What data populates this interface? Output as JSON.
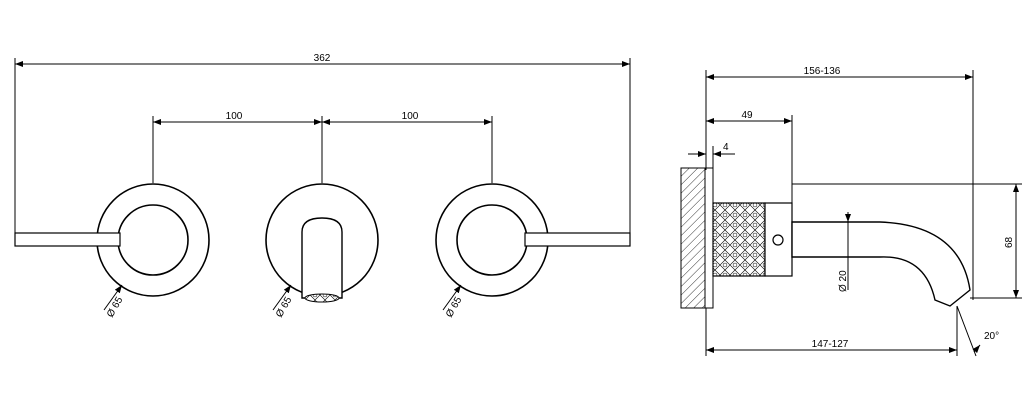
{
  "front_view": {
    "overall_width": "362",
    "spacing_left": "100",
    "spacing_right": "100",
    "diameter_left": "Ø 65",
    "diameter_center": "Ø 65",
    "diameter_right": "Ø 65"
  },
  "side_view": {
    "projection": "156-136",
    "body_length": "49",
    "wall_gap": "4",
    "spout_diameter": "Ø 20",
    "height": "68",
    "spout_reach": "147-127",
    "angle": "20°"
  }
}
